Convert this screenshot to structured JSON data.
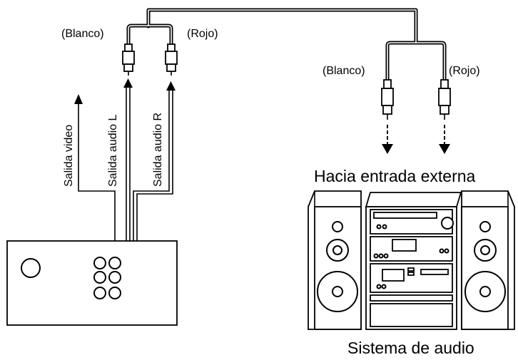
{
  "labels": {
    "player_blanco": "(Blanco)",
    "player_rojo": "(Rojo)",
    "audio_blanco": "(Blanco)",
    "audio_rojo": "(Rojo)",
    "salida_video": "Salida video",
    "salida_audio_l": "Salida audio L",
    "salida_audio_r": "Salida audio R",
    "hacia_entrada": "Hacia entrada externa",
    "sistema_audio": "Sistema de audio"
  }
}
